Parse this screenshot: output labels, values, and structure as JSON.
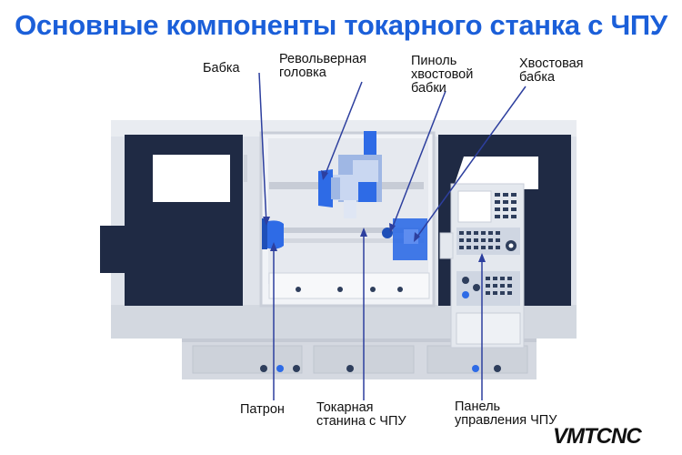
{
  "title": "Основные компоненты токарного станка с ЧПУ",
  "labels": {
    "headstock": "Бабка",
    "turret_l1": "Револьверная",
    "turret_l2": "головка",
    "quill_l1": "Пиноль",
    "quill_l2": "хвостовой",
    "quill_l3": "бабки",
    "tailstock_l1": "Хвостовая",
    "tailstock_l2": "бабка",
    "chuck": "Патрон",
    "bed_l1": "Токарная",
    "bed_l2": "станина с ЧПУ",
    "panel_l1": "Панель",
    "panel_l2": "управления ЧПУ"
  },
  "logo": "VMTCNC",
  "colors": {
    "title": "#1b5fd9",
    "leader": "#2d3f9e",
    "machine_dark": "#1f2a44",
    "machine_body": "#dfe3ea",
    "accent_blue": "#2e6be6"
  }
}
